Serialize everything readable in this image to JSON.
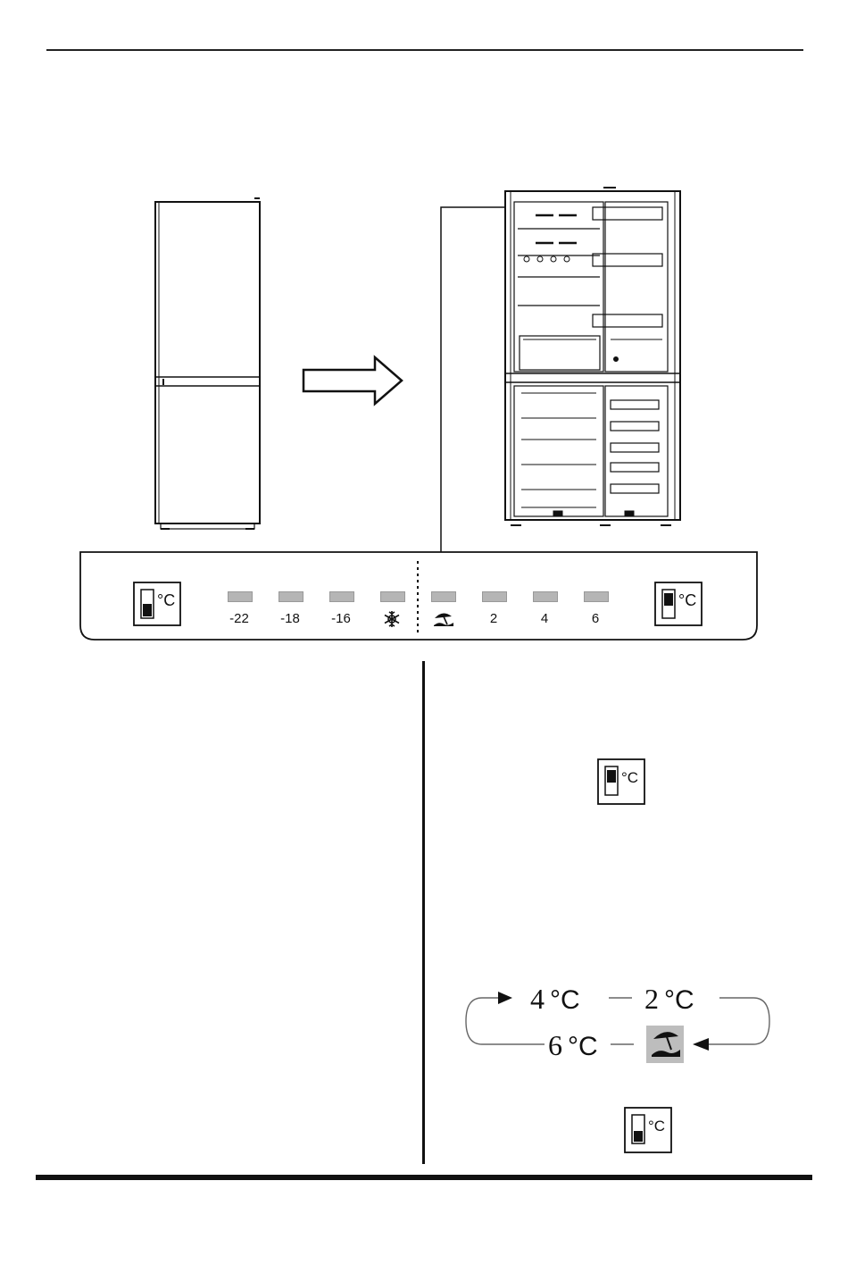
{
  "control_panel": {
    "freezer_settings": [
      "-22",
      "-18",
      "-16"
    ],
    "fridge_settings": [
      "2",
      "4",
      "6"
    ],
    "freezer_button_unit": "°C",
    "fridge_button_unit": "°C",
    "freezer_extra_icon": "snowflake-icon",
    "fridge_extra_icon": "holiday-umbrella-icon"
  },
  "instructions": {
    "button_unit": "°C",
    "cycle": {
      "step_4": "4",
      "step_2": "2",
      "step_6": "6",
      "unit": "°C",
      "holiday_icon": "holiday-umbrella-icon"
    },
    "button_unit_2": "°C"
  },
  "colors": {
    "line": "#111111",
    "led_indicator": "#b5b5b5",
    "holiday_highlight": "#bdbdbd"
  }
}
